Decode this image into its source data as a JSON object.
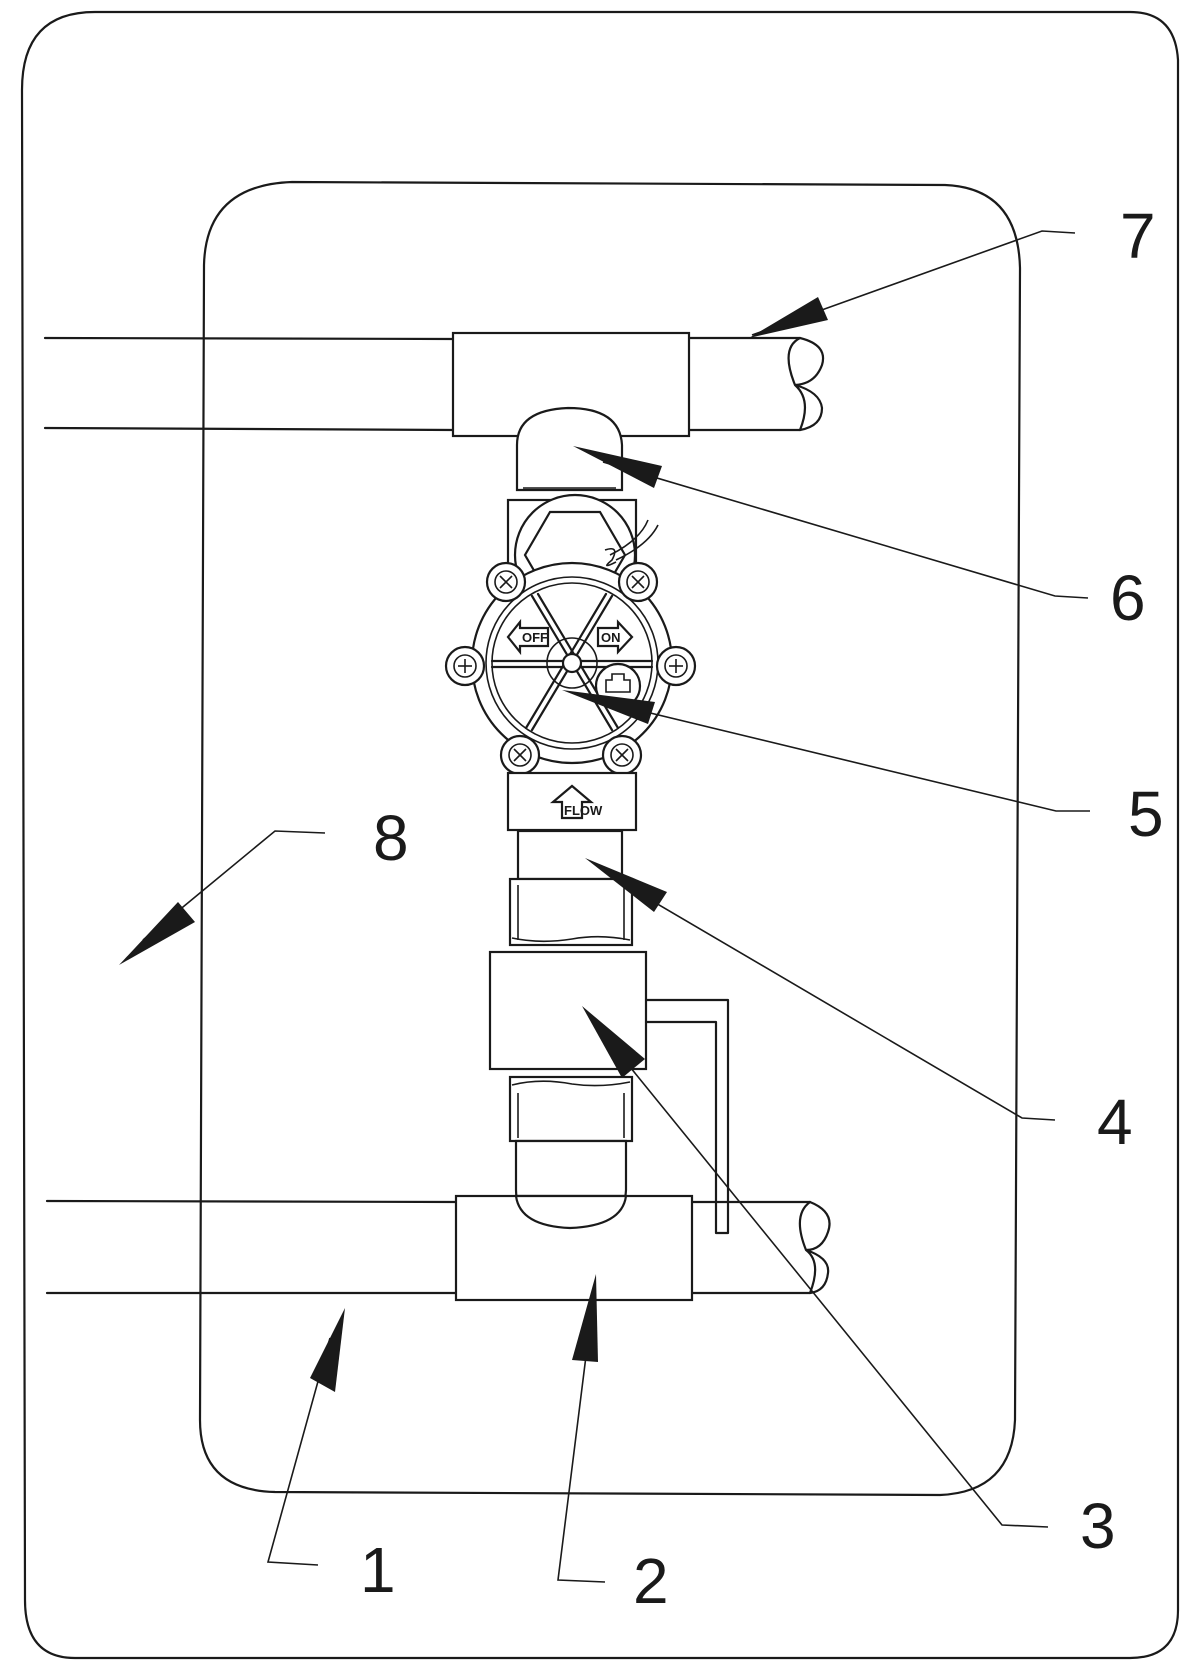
{
  "callouts": [
    {
      "id": "1",
      "label": "1"
    },
    {
      "id": "2",
      "label": "2"
    },
    {
      "id": "3",
      "label": "3"
    },
    {
      "id": "4",
      "label": "4"
    },
    {
      "id": "5",
      "label": "5"
    },
    {
      "id": "6",
      "label": "6"
    },
    {
      "id": "7",
      "label": "7"
    },
    {
      "id": "8",
      "label": "8"
    }
  ],
  "valve": {
    "off_label": "OFF",
    "on_label": "ON",
    "flow_label": "FLOW"
  },
  "colors": {
    "ink": "#1a1a1a",
    "paper": "#ffffff"
  }
}
